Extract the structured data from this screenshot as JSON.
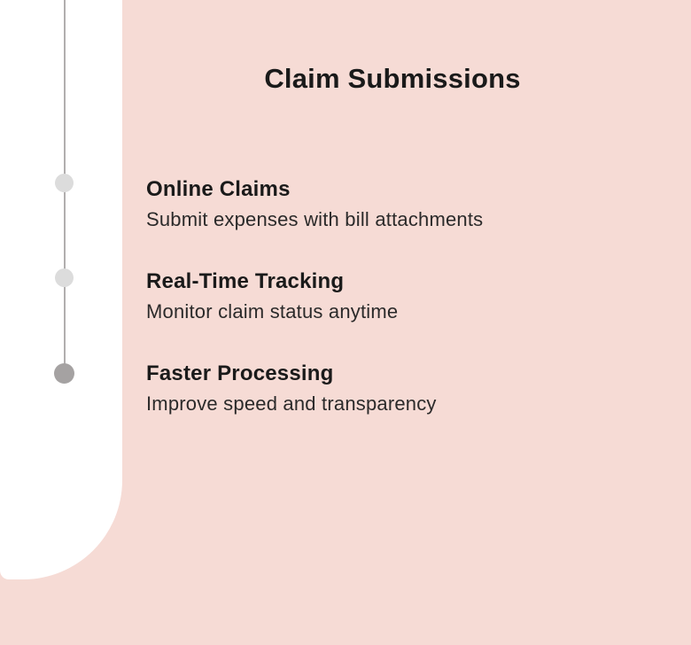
{
  "slide": {
    "title": "Claim Submissions",
    "timeline": {
      "items": [
        {
          "heading": "Online Claims",
          "description": "Submit expenses with bill attachments",
          "dot_color": "#dcdcdc"
        },
        {
          "heading": "Real-Time Tracking",
          "description": "Monitor claim status anytime",
          "dot_color": "#dcdcdc"
        },
        {
          "heading": "Faster Processing",
          "description": "Improve speed and transparency",
          "dot_color": "#a5a2a2"
        }
      ]
    },
    "colors": {
      "background_pink": "#f6dbd5",
      "panel_white": "#ffffff",
      "timeline_line": "#b1aeae",
      "dot_light": "#dcdcdc",
      "dot_dark": "#a5a2a2",
      "heading_text": "#1a1a1a",
      "body_text": "#2b2a2a"
    }
  }
}
